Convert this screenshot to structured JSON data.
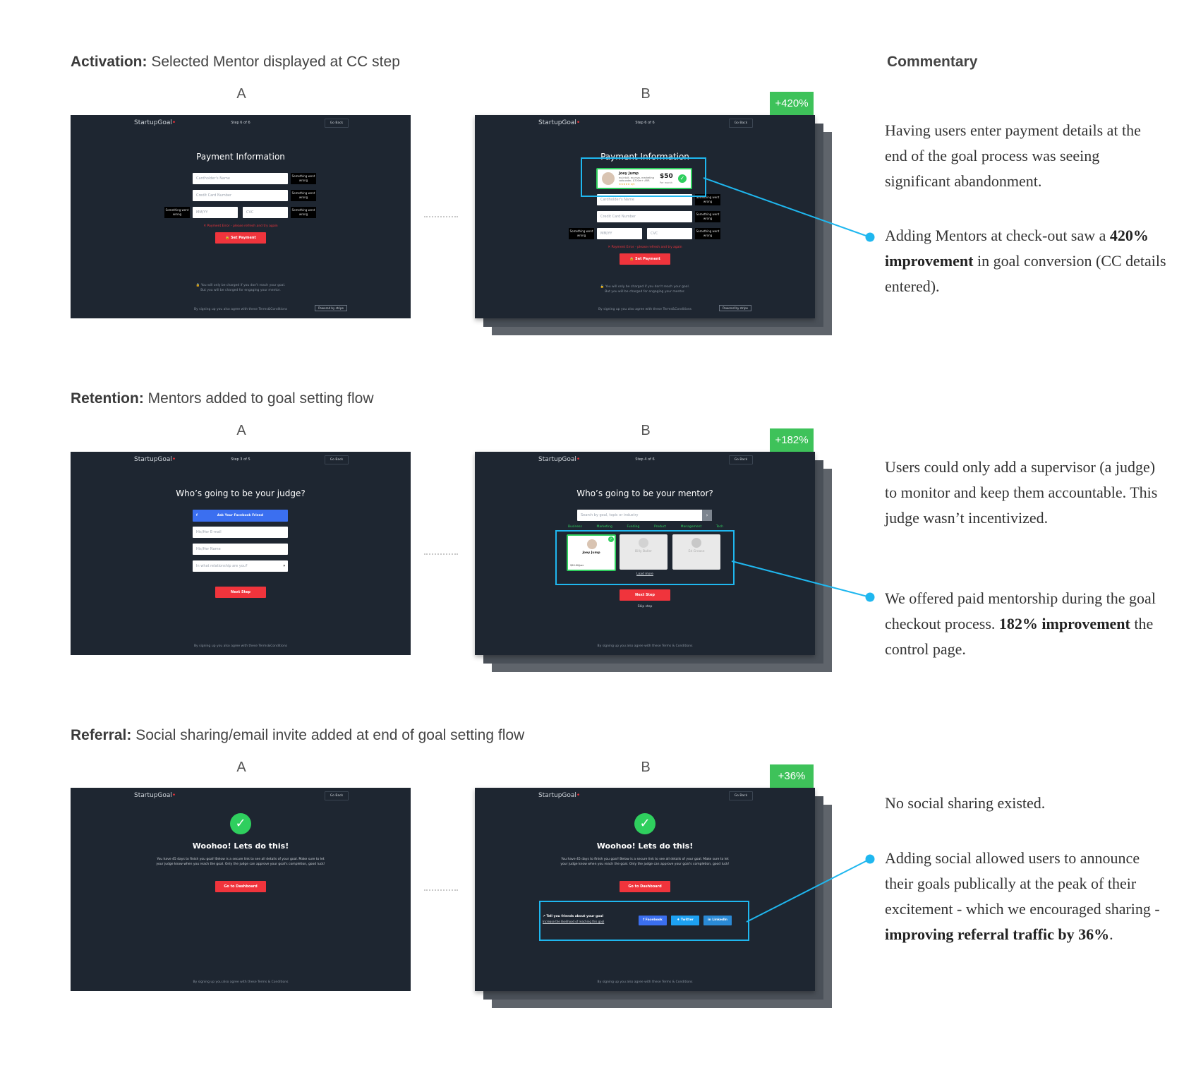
{
  "commentary_heading": "Commentary",
  "variant_a": "A",
  "variant_b": "B",
  "brand": "StartupGoal",
  "go_back": "Go Back",
  "sections": {
    "activation": {
      "bold": "Activation:",
      "text": " Selected Mentor displayed at CC step",
      "lift": "+420%",
      "comment1": "Having users enter payment details at the end of the goal process was seeing significant abandonment.",
      "comment2_pre": "Adding Mentors at check-out saw a ",
      "comment2_bold": "420% improvement",
      "comment2_post": " in goal conversion (CC details entered).",
      "a": {
        "step": "Step 6 of 6",
        "heading": "Payment Information",
        "cardholder": "Cardholder's Name",
        "card_number": "Credit Card Number",
        "mmyy": "MM/YY",
        "cvc": "CVC",
        "error_tip": "Something went wrong",
        "payment_error": "✕  Payment Error - please refresh and try again",
        "set_payment": "🔒 Set Payment",
        "charge_line1": "🔒 You will only be charged if you don't reach your goal.",
        "charge_line2": "But you will be charged for engaging your mentor.",
        "terms": "By signing up you also agree with these Terms&Conditions",
        "stripe": "Powered by stripe"
      },
      "b": {
        "step": "Step 6 of 6",
        "mentor_name": "Joey Jump",
        "mentor_desc": "ex-intuit, ex-mvp, marketing cofounder, $700m+ ARR",
        "rating": "★★★★★ 4/5",
        "price": "$50",
        "per_month": "Per month"
      }
    },
    "retention": {
      "bold": "Retention:",
      "text": " Mentors added to goal setting flow",
      "lift": "+182%",
      "comment1": "Users could only add a supervisor (a judge) to monitor and keep them accountable. This judge wasn’t incentivized.",
      "comment2_pre": "We offered paid mentorship during the goal checkout process. ",
      "comment2_bold": "182% improvement",
      "comment2_post": " the control page.",
      "a": {
        "step": "Step 3 of 5",
        "heading": "Who’s going to be your judge?",
        "facebook_btn": "Ask Your Facebook Friend",
        "email": "His/Her E-mail",
        "name": "His/Her Name",
        "relationship": "In what relationship are you?",
        "next": "Next Step",
        "terms": "By signing up you also agree with these Terms&Conditions"
      },
      "b": {
        "step": "Step 4 of 6",
        "heading": "Who’s going to be your mentor?",
        "search": "Search by goal, topic or industry",
        "filters": [
          "Business",
          "Marketing",
          "Funding",
          "Product",
          "Management",
          "Tech"
        ],
        "mentors": [
          "Joey Jump",
          "Billy Baller",
          "Ed Grease"
        ],
        "price": "$50.00/per",
        "load_more": "Load more",
        "next": "Next Step",
        "skip": "Skip step",
        "terms": "By signing up you also agree with these Terms & Conditions"
      }
    },
    "referral": {
      "bold": "Referral:",
      "text": " Social sharing/email invite added at end of goal setting flow",
      "lift": "+36%",
      "comment1": "No social sharing existed.",
      "comment2_pre": "Adding social allowed users to announce their goals publically at the peak of their excitement - which we encouraged sharing - ",
      "comment2_bold": "improving referral traffic by 36%",
      "comment2_post": ".",
      "a": {
        "heading": "Woohoo! Lets do this!",
        "body1": "You have 45 days to finish you goal! Below is a secure link to see all details of your goal. Make sure to let",
        "body2": "your judge know when you reach the goal. Only the judge can approve your goal's completion, good luck!",
        "dashboard": "Go to Dashboard",
        "terms": "By signing up you also agree with these Terms & Conditions"
      },
      "b": {
        "share_title": "Tell you friends about your goal",
        "share_sub": "Increase the likelihood of reaching this goal",
        "facebook": "Facebook",
        "twitter": "Twitter",
        "linkedin": "LinkedIn"
      }
    }
  },
  "colors": {
    "accent": "#1fb7ef",
    "badge": "#3ec25a",
    "cta": "#f0343c",
    "screen": "#1e2631"
  }
}
